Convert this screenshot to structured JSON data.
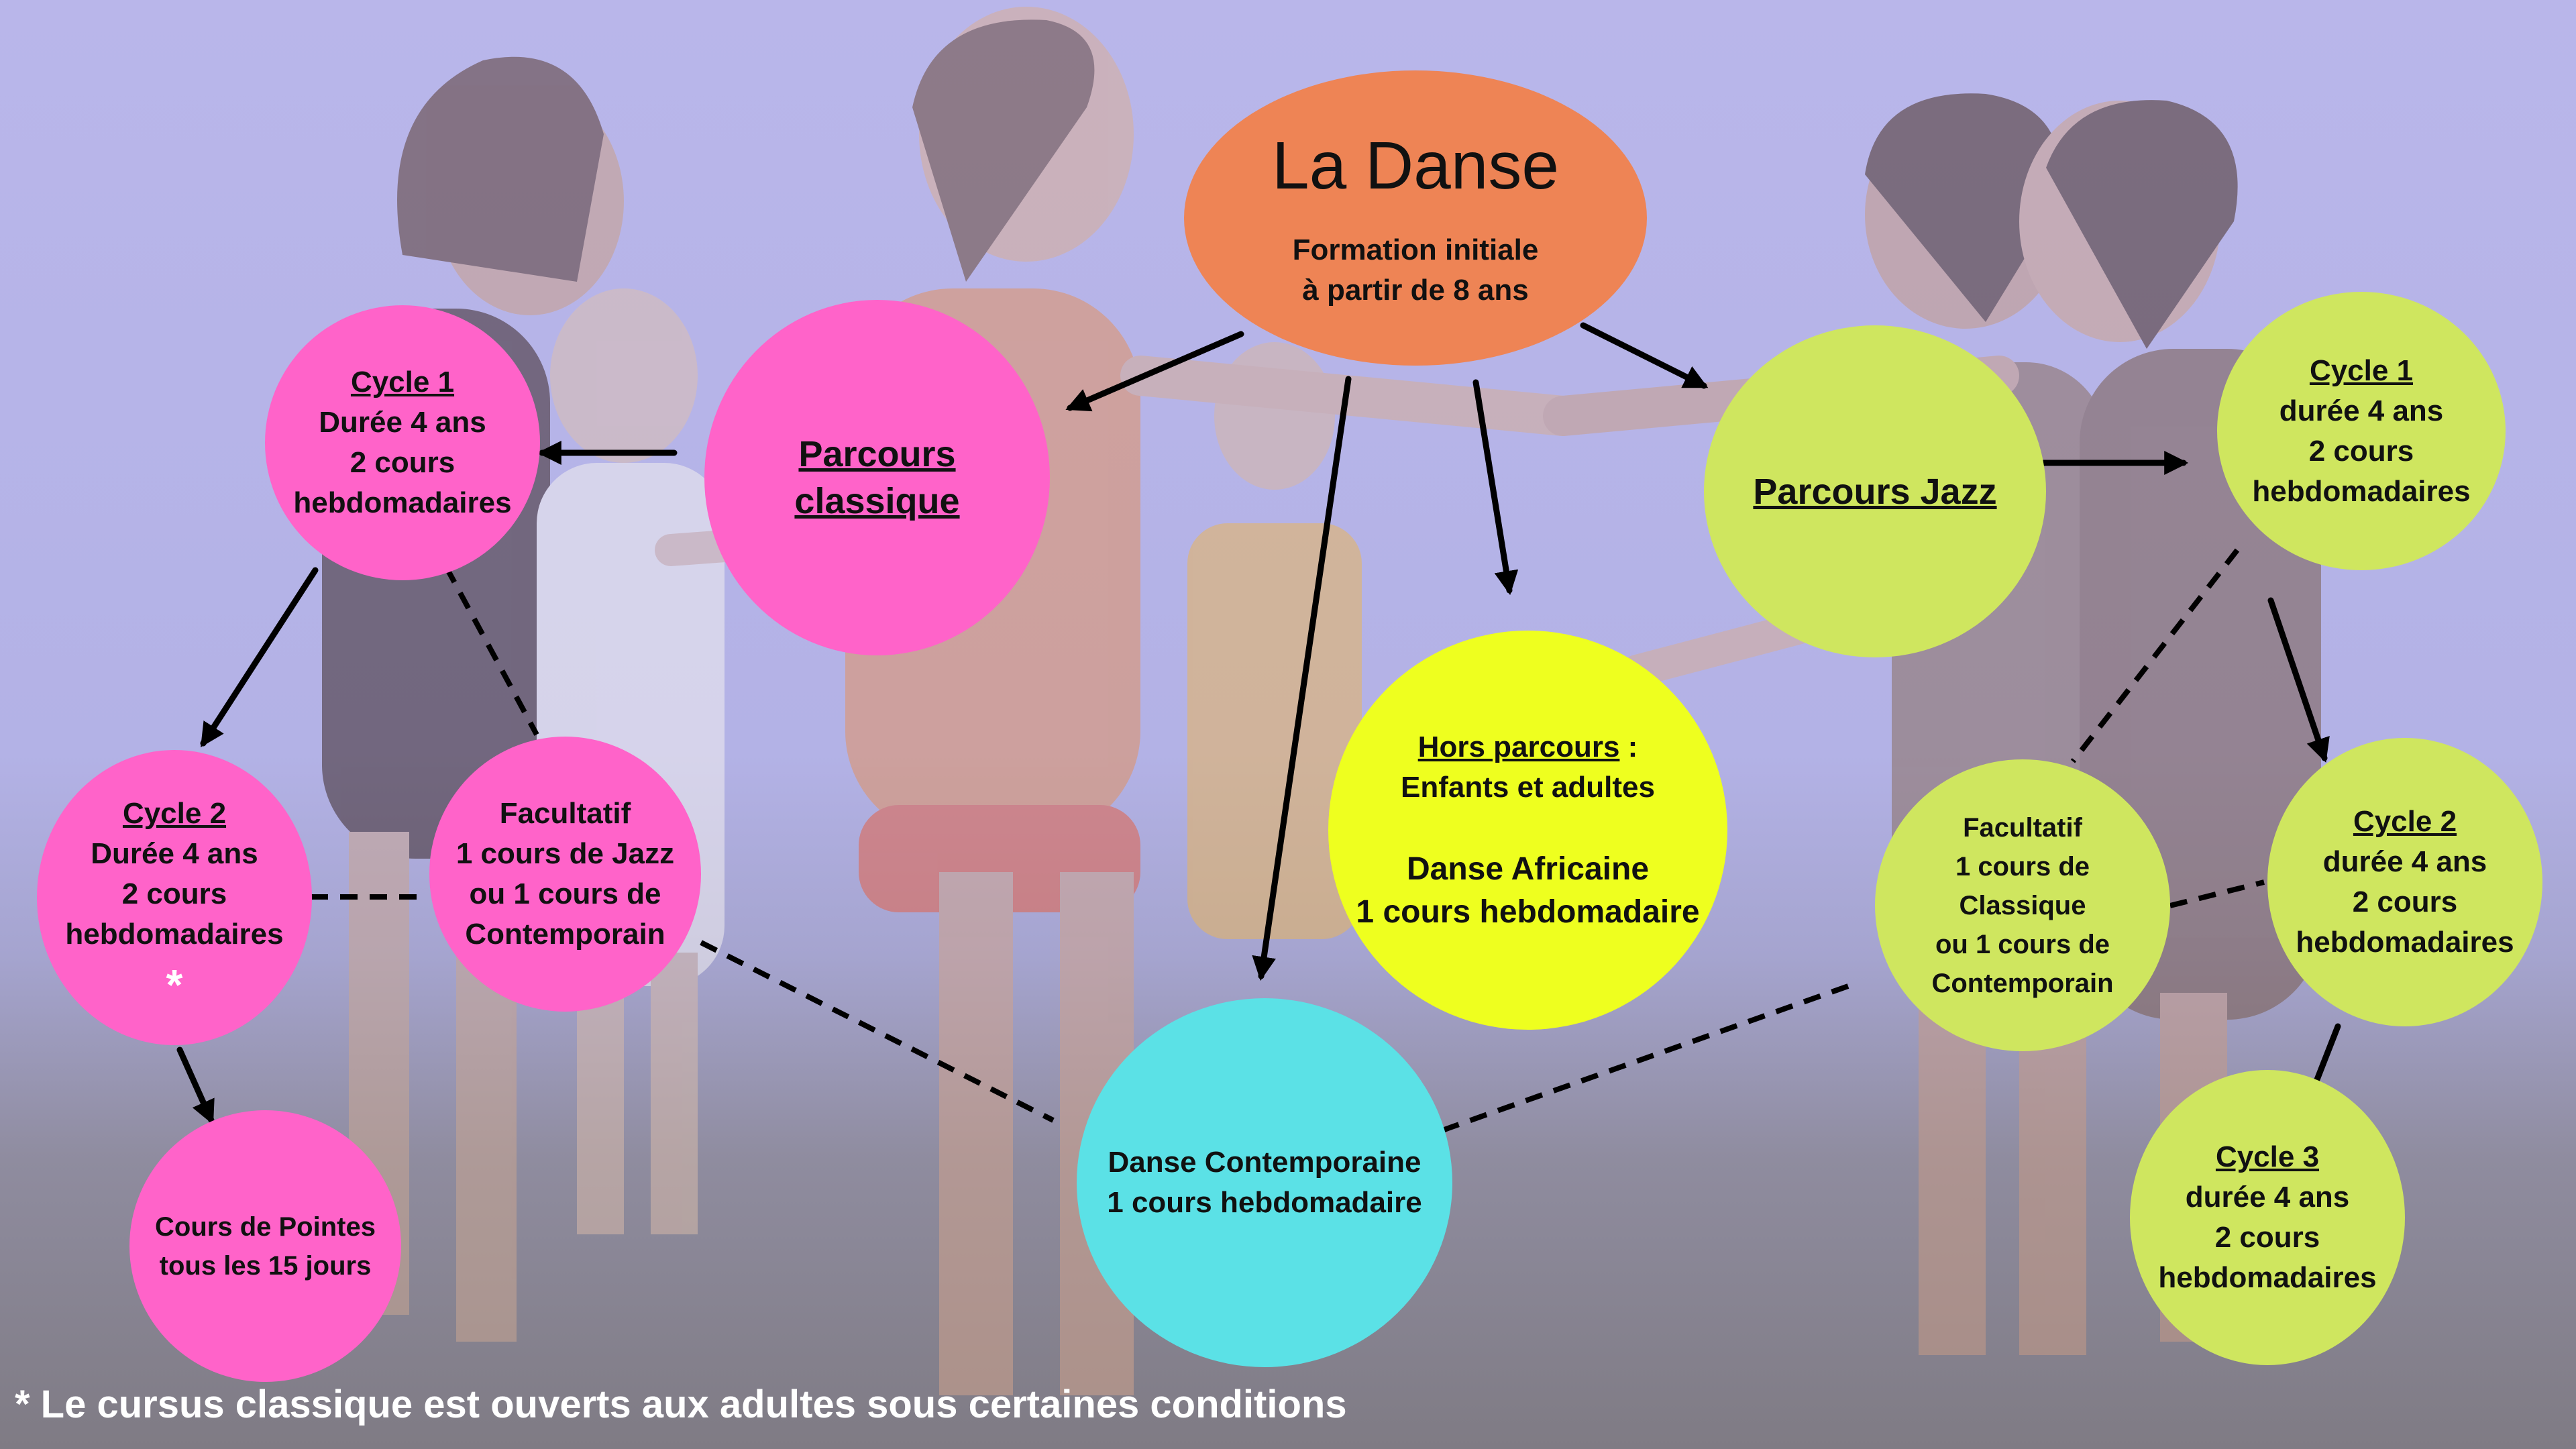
{
  "title_node": {
    "title": "La Danse",
    "line1": "Formation initiale",
    "line2": "à partir de 8 ans"
  },
  "parcours_classique": {
    "label": "Parcours classique"
  },
  "parcours_jazz": {
    "label": "Parcours Jazz"
  },
  "classique_cycle1": {
    "title": "Cycle 1",
    "line1": "Durée 4 ans",
    "line2": "2 cours",
    "line3": "hebdomadaires"
  },
  "classique_cycle2": {
    "title": "Cycle 2",
    "line1": "Durée 4 ans",
    "line2": "2 cours",
    "line3": "hebdomadaires",
    "marker": "*"
  },
  "classique_facultatif": {
    "line1": "Facultatif",
    "line2": "1 cours de Jazz",
    "line3": "ou 1 cours de",
    "line4": "Contemporain"
  },
  "cours_pointes": {
    "line1": "Cours de Pointes",
    "line2": "tous les 15 jours"
  },
  "hors_parcours": {
    "title": "Hors parcours",
    "title_suffix": " :",
    "line1": "Enfants et adultes",
    "line2": "Danse Africaine",
    "line3": "1 cours hebdomadaire"
  },
  "contemporaine": {
    "line1": "Danse Contemporaine",
    "line2": "1 cours hebdomadaire"
  },
  "jazz_cycle1": {
    "title": "Cycle 1",
    "line1": "durée 4 ans",
    "line2": "2 cours",
    "line3": "hebdomadaires"
  },
  "jazz_cycle2": {
    "title": "Cycle 2",
    "line1": "durée 4 ans",
    "line2": "2 cours",
    "line3": "hebdomadaires"
  },
  "jazz_cycle3": {
    "title": "Cycle 3",
    "line1": "durée 4 ans",
    "line2": "2 cours",
    "line3": "hebdomadaires"
  },
  "jazz_facultatif": {
    "line1": "Facultatif",
    "line2": "1 cours de",
    "line3": "Classique",
    "line4": "ou 1 cours de",
    "line5": "Contemporain"
  },
  "footnote": "* Le cursus classique est ouverts aux adultes sous certaines conditions",
  "colors": {
    "pink": "#ff63c9",
    "green": "#cfe65f",
    "orange": "#ee8455",
    "yellow": "#eeff1f",
    "cyan": "#5be1e6",
    "background": "#b3b2e6",
    "floor": "#7f7b84"
  }
}
